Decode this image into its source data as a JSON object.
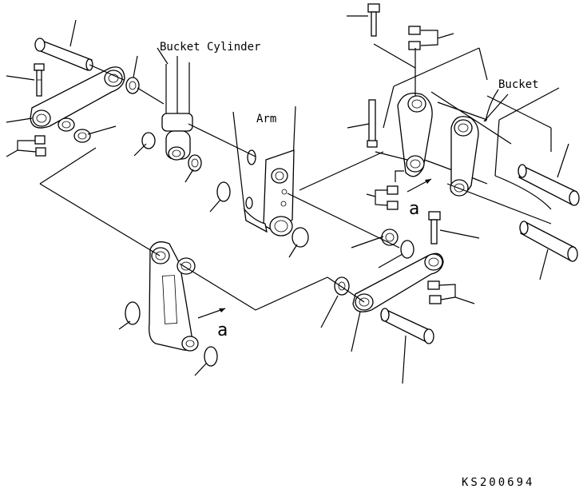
{
  "labels": {
    "bucket_cylinder": "Bucket Cylinder",
    "arm": "Arm",
    "bucket": "Bucket",
    "ref_a_left": "a",
    "ref_a_right": "a",
    "drawing_code": "KS200694"
  }
}
